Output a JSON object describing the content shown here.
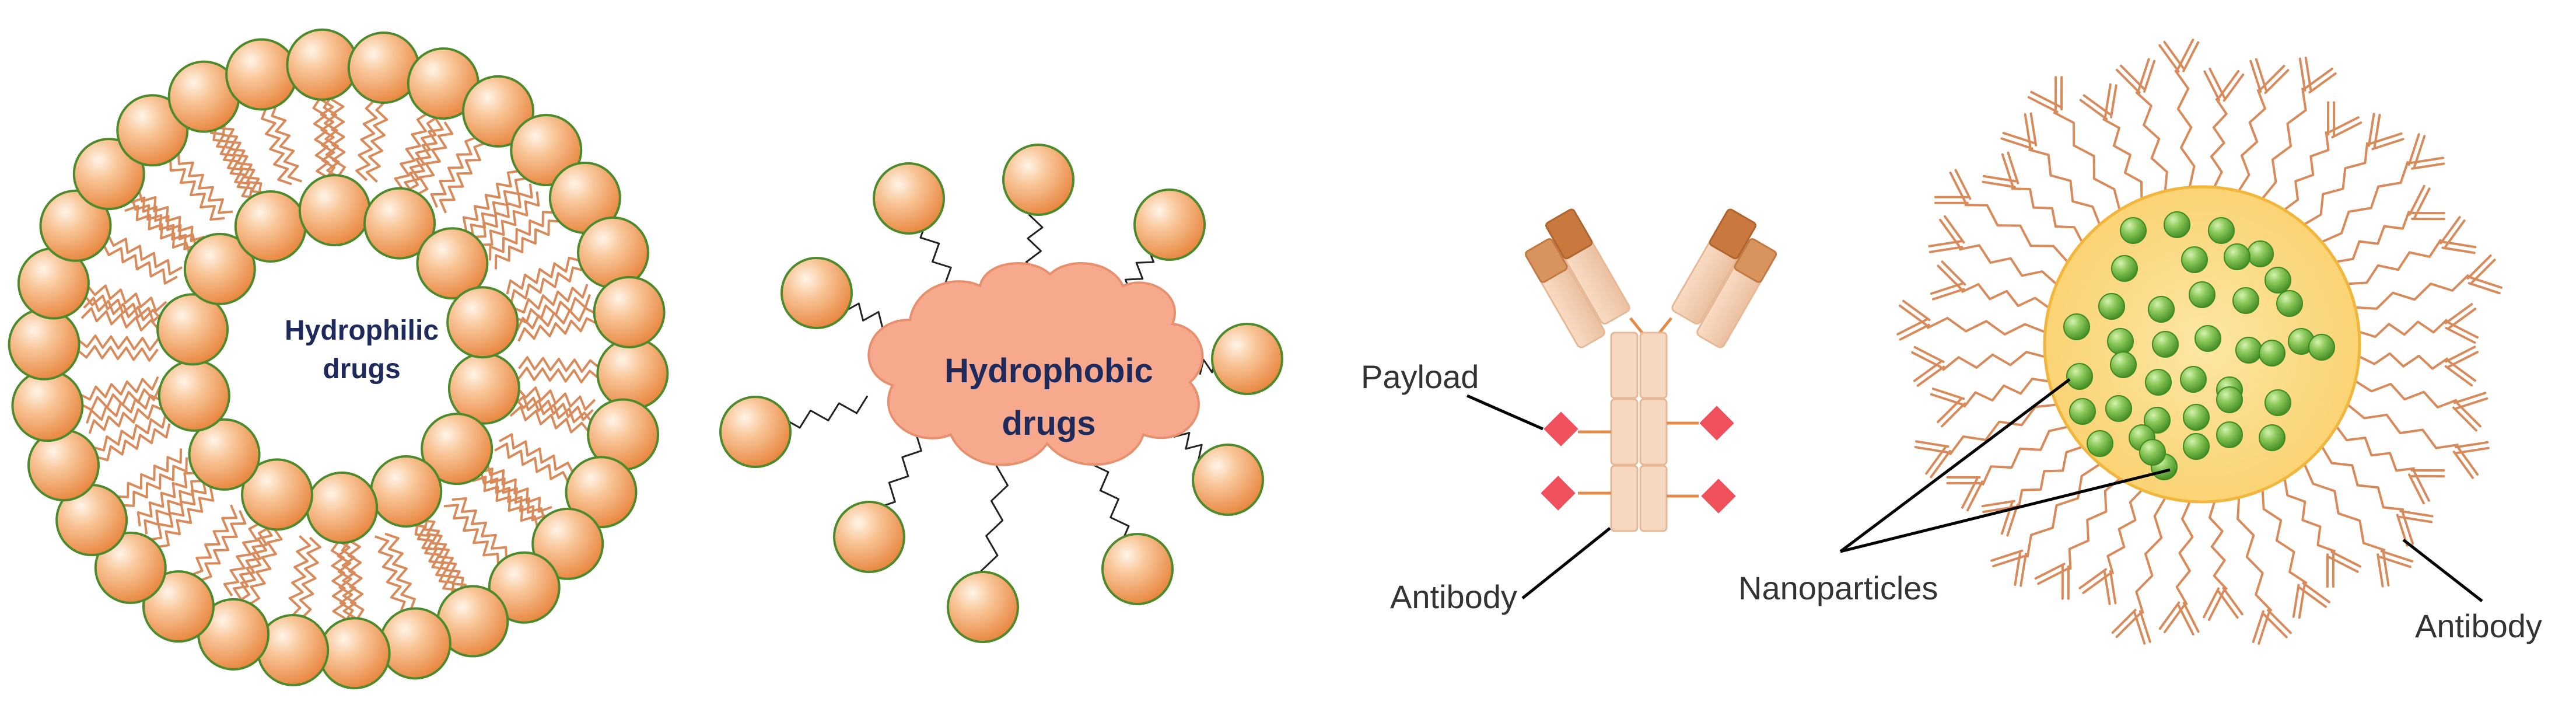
{
  "panels": {
    "liposome": {
      "core_label_line1": "Hydrophilic",
      "core_label_line2": "drugs"
    },
    "micelle": {
      "core_label_line1": "Hydrophobic",
      "core_label_line2": "drugs"
    },
    "adc": {
      "payload_label": "Payload",
      "antibody_label": "Antibody"
    },
    "nanoparticle": {
      "nanoparticles_label": "Nanoparticles",
      "antibody_label": "Antibody"
    }
  },
  "colors": {
    "sphere_light": "#fde3c8",
    "sphere_dark": "#e8843c",
    "sphere_outline": "#4c8a2c",
    "tail": "#d98a5a",
    "cloud_fill": "#f6a98c",
    "cloud_outline": "#e88f6e",
    "payload": "#f0505c",
    "core_fill": "#fcd87a",
    "core_outline": "#f2b63c",
    "dot_light": "#b9e08a",
    "dot_dark": "#4c9a2a",
    "text_dark_blue": "#1f2a5c",
    "leader_line": "#000000"
  }
}
